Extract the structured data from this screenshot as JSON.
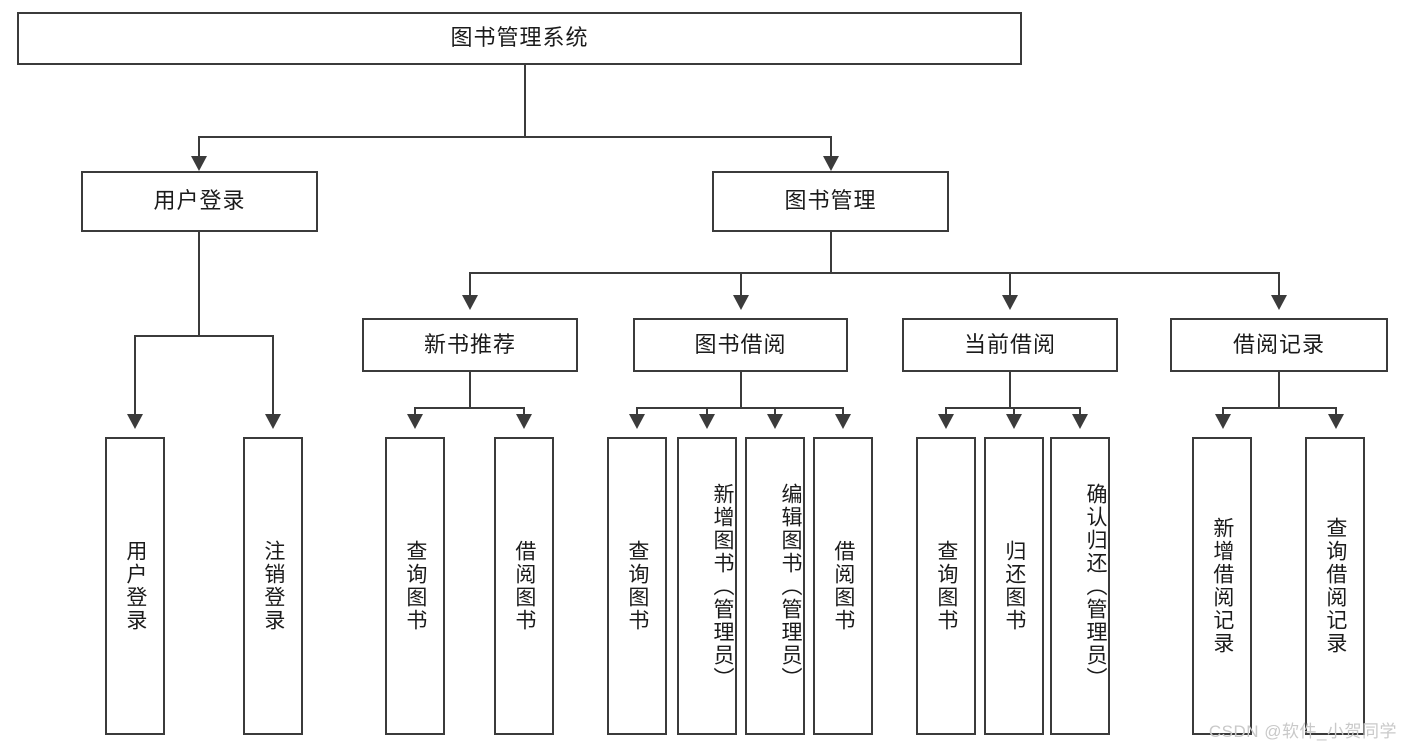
{
  "diagram": {
    "type": "tree-hierarchy",
    "title": "图书管理系统",
    "watermark": "CSDN @软件_小贺同学",
    "colors": {
      "stroke": "#3b3b3b",
      "fill": "#ffffff",
      "text": "#1b1b1b",
      "watermark": "#c9c9c9"
    },
    "levels": {
      "root": {
        "label": "图书管理系统"
      },
      "level2": [
        {
          "id": "user-login",
          "label": "用户登录"
        },
        {
          "id": "book-manage",
          "label": "图书管理"
        }
      ],
      "level3": [
        {
          "id": "new-book-rec",
          "label": "新书推荐",
          "parent": "book-manage"
        },
        {
          "id": "book-borrow",
          "label": "图书借阅",
          "parent": "book-manage"
        },
        {
          "id": "current-borrow",
          "label": "当前借阅",
          "parent": "book-manage"
        },
        {
          "id": "borrow-record",
          "label": "借阅记录",
          "parent": "book-manage"
        }
      ],
      "leaves": [
        {
          "id": "leaf-user-login",
          "label": "用户登录",
          "parent": "user-login"
        },
        {
          "id": "leaf-logout",
          "label": "注销登录",
          "parent": "user-login"
        },
        {
          "id": "leaf-query-book-1",
          "label": "查询图书",
          "parent": "new-book-rec"
        },
        {
          "id": "leaf-borrow-book-1",
          "label": "借阅图书",
          "parent": "new-book-rec"
        },
        {
          "id": "leaf-query-book-2",
          "label": "查询图书",
          "parent": "book-borrow"
        },
        {
          "id": "leaf-add-book",
          "label": "新增图书（管理员）",
          "parent": "book-borrow"
        },
        {
          "id": "leaf-edit-book",
          "label": "编辑图书（管理员）",
          "parent": "book-borrow"
        },
        {
          "id": "leaf-borrow-book-2",
          "label": "借阅图书",
          "parent": "book-borrow"
        },
        {
          "id": "leaf-query-book-3",
          "label": "查询图书",
          "parent": "current-borrow"
        },
        {
          "id": "leaf-return-book",
          "label": "归还图书",
          "parent": "current-borrow"
        },
        {
          "id": "leaf-confirm-return",
          "label": "确认归还（管理员）",
          "parent": "current-borrow"
        },
        {
          "id": "leaf-add-record",
          "label": "新增借阅记录",
          "parent": "borrow-record"
        },
        {
          "id": "leaf-query-record",
          "label": "查询借阅记录",
          "parent": "borrow-record"
        }
      ]
    }
  }
}
